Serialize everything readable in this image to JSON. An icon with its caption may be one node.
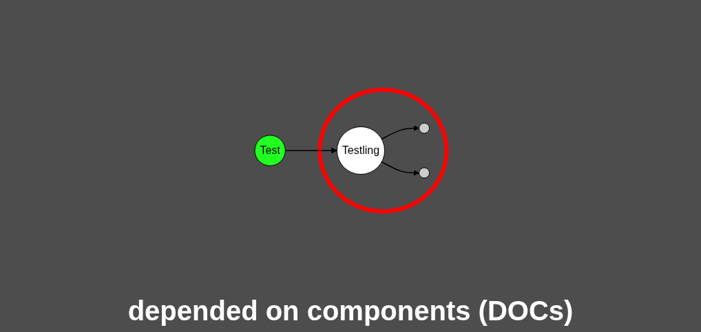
{
  "diagram": {
    "nodes": [
      {
        "text": [
          "Test"
        ]
      },
      {
        "text": [],
        "shape": "circle"
      },
      {
        "text": [
          "Testling"
        ],
        "in": 1
      },
      {
        "text": [],
        "shape": "circle",
        "in": 1
      },
      {
        "text": [],
        "shape": "circle",
        "in": 1
      }
    ],
    "edges": [
      {
        "from": 0,
        "to": 2,
        "arrow": "to"
      },
      {
        "from": 2,
        "to": 3,
        "arrow": "to"
      },
      {
        "from": 2,
        "to": 4,
        "arrow": "to"
      }
    ],
    "labels": [
      "depended on components (DOCs)"
    ]
  }
}
